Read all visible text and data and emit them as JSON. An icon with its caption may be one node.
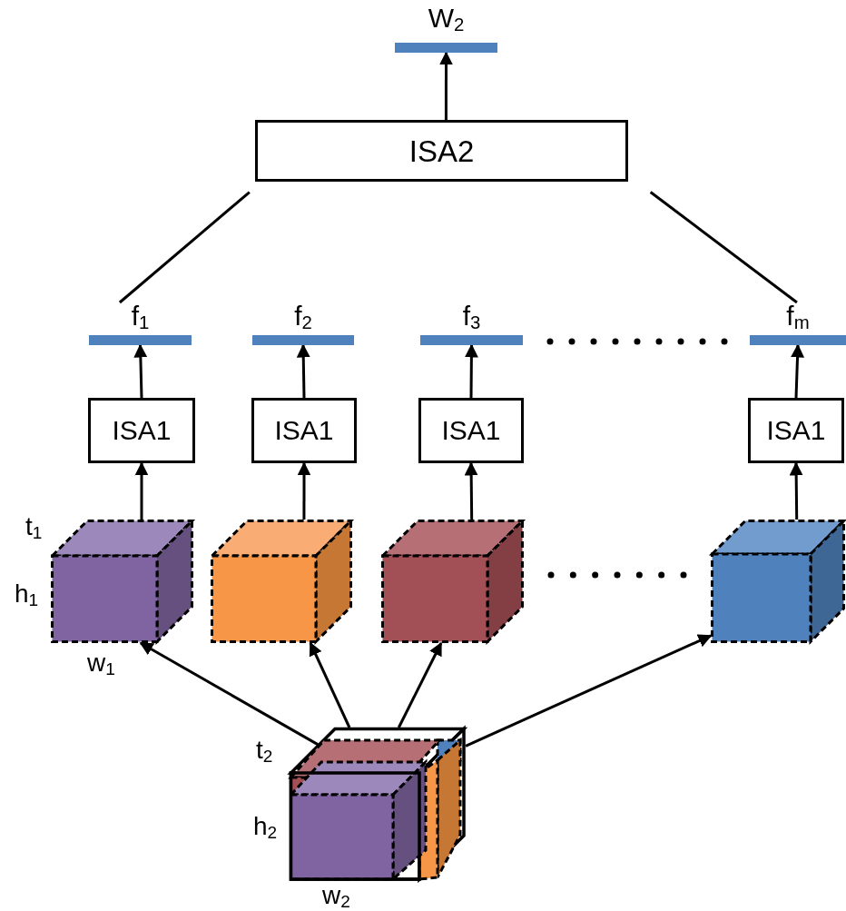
{
  "diagram": {
    "nodes": [
      {
        "text": [
          "W$_{2}$"
        ]
      },
      {
        "text": [
          "ISA2"
        ]
      },
      {
        "text": [
          "f$_{1}$"
        ]
      },
      {
        "text": [
          "f$_{2}$"
        ]
      },
      {
        "text": [
          "f$_{3}$"
        ]
      },
      {
        "text": [
          "f$_{m}$"
        ]
      },
      {
        "text": [
          "ISA1"
        ]
      },
      {
        "text": [
          "ISA1"
        ]
      },
      {
        "text": [
          "ISA1"
        ]
      },
      {
        "text": [
          "ISA1"
        ]
      },
      {
        "text": [],
        "shape": "cube",
        "beside": [
          "t$_{1}$",
          "h$_{1}$",
          "w$_{1}$"
        ]
      },
      {
        "text": [],
        "shape": "cube"
      },
      {
        "text": [],
        "shape": "cube"
      },
      {
        "text": [],
        "shape": "cube"
      },
      {
        "text": [],
        "shape": "cube",
        "beside": [
          "t$_{2}$",
          "h$_{2}$",
          "w$_{2}$"
        ]
      }
    ],
    "edges": [
      {
        "from": 1,
        "to": 0,
        "arrow": "to"
      },
      {
        "from": 1,
        "to": 2,
        "arrow": "none"
      },
      {
        "from": 1,
        "to": 5,
        "arrow": "none"
      },
      {
        "from": 6,
        "to": 2,
        "arrow": "to"
      },
      {
        "from": 7,
        "to": 3,
        "arrow": "to"
      },
      {
        "from": 8,
        "to": 4,
        "arrow": "to"
      },
      {
        "from": 9,
        "to": 5,
        "arrow": "to"
      },
      {
        "from": 10,
        "to": 6,
        "arrow": "to"
      },
      {
        "from": 11,
        "to": 7,
        "arrow": "to"
      },
      {
        "from": 12,
        "to": 8,
        "arrow": "to"
      },
      {
        "from": 13,
        "to": 9,
        "arrow": "to"
      },
      {
        "from": 14,
        "to": 10,
        "arrow": "to"
      },
      {
        "from": 14,
        "to": 11,
        "arrow": "to"
      },
      {
        "from": 14,
        "to": 12,
        "arrow": "to"
      },
      {
        "from": 14,
        "to": 13,
        "arrow": "to"
      }
    ]
  }
}
